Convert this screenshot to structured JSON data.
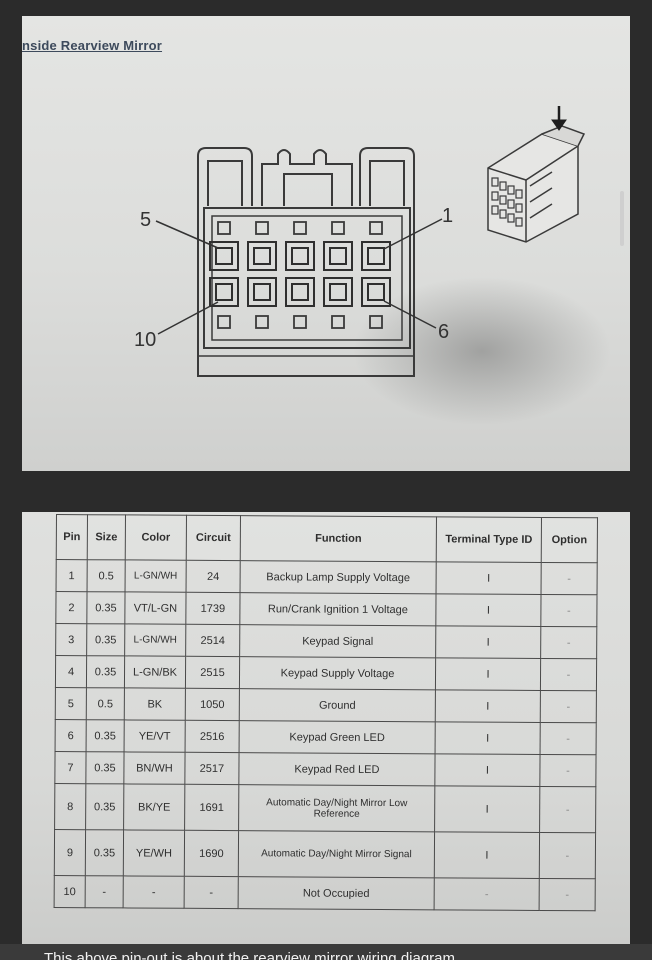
{
  "diagram": {
    "heading": "nside Rearview Mirror",
    "pin_labels": {
      "top_left": "5",
      "top_right": "1",
      "bottom_left": "10",
      "bottom_right": "6"
    }
  },
  "table": {
    "headers": {
      "pin": "Pin",
      "size": "Size",
      "color": "Color",
      "circuit": "Circuit",
      "function": "Function",
      "terminal": "Terminal Type ID",
      "option": "Option"
    },
    "rows": [
      {
        "pin": "1",
        "size": "0.5",
        "color": "L-GN/WH",
        "circuit": "24",
        "function": "Backup Lamp Supply Voltage",
        "terminal": "I",
        "option": "-"
      },
      {
        "pin": "2",
        "size": "0.35",
        "color": "VT/L-GN",
        "circuit": "1739",
        "function": "Run/Crank Ignition 1 Voltage",
        "terminal": "I",
        "option": "-"
      },
      {
        "pin": "3",
        "size": "0.35",
        "color": "L-GN/WH",
        "circuit": "2514",
        "function": "Keypad Signal",
        "terminal": "I",
        "option": "-"
      },
      {
        "pin": "4",
        "size": "0.35",
        "color": "L-GN/BK",
        "circuit": "2515",
        "function": "Keypad Supply Voltage",
        "terminal": "I",
        "option": "-"
      },
      {
        "pin": "5",
        "size": "0.5",
        "color": "BK",
        "circuit": "1050",
        "function": "Ground",
        "terminal": "I",
        "option": "-"
      },
      {
        "pin": "6",
        "size": "0.35",
        "color": "YE/VT",
        "circuit": "2516",
        "function": "Keypad Green LED",
        "terminal": "I",
        "option": "-"
      },
      {
        "pin": "7",
        "size": "0.35",
        "color": "BN/WH",
        "circuit": "2517",
        "function": "Keypad Red LED",
        "terminal": "I",
        "option": "-"
      },
      {
        "pin": "8",
        "size": "0.35",
        "color": "BK/YE",
        "circuit": "1691",
        "function": "Automatic Day/Night Mirror Low Reference",
        "terminal": "I",
        "option": "-"
      },
      {
        "pin": "9",
        "size": "0.35",
        "color": "YE/WH",
        "circuit": "1690",
        "function": "Automatic Day/Night Mirror Signal",
        "terminal": "I",
        "option": "-"
      },
      {
        "pin": "10",
        "size": "-",
        "color": "-",
        "circuit": "-",
        "function": "Not Occupied",
        "terminal": "-",
        "option": "-"
      }
    ]
  },
  "caption": "This above pin-out is about the rearview mirror wiring diagram"
}
